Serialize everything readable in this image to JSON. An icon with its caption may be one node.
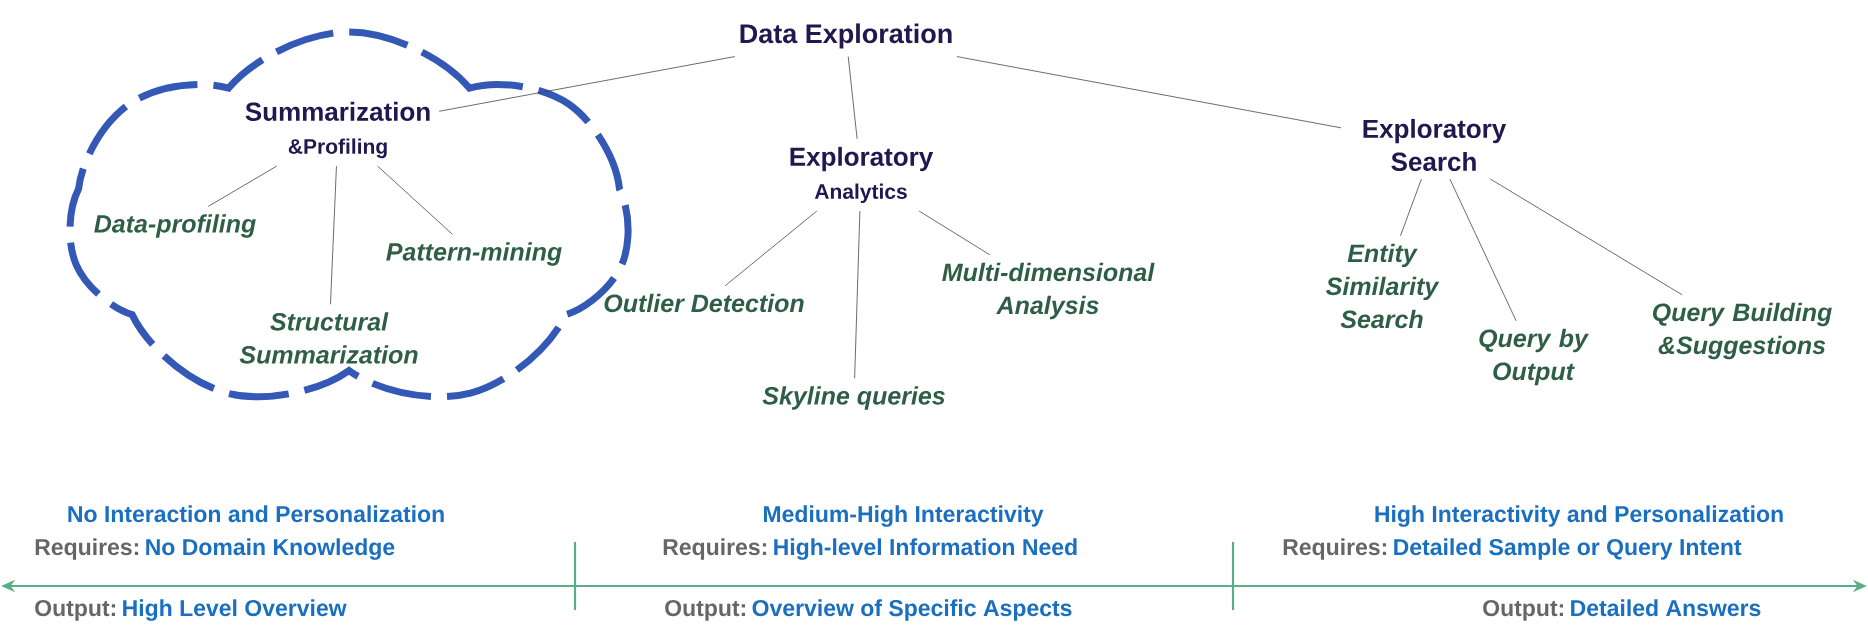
{
  "diagram": {
    "nodes": [
      {
        "text": [
          "Data Exploration"
        ]
      },
      {
        "text": [],
        "shape": "cloud"
      },
      {
        "text": [
          "Summarization",
          "&Profiling"
        ],
        "in": 1
      },
      {
        "text": [
          "Data-profiling"
        ],
        "in": 1
      },
      {
        "text": [
          "Pattern-mining"
        ],
        "in": 1
      },
      {
        "text": [
          "Structural Summarization"
        ],
        "in": 1
      },
      {
        "text": [
          "Exploratory",
          "Analytics"
        ]
      },
      {
        "text": [
          "Outlier Detection"
        ]
      },
      {
        "text": [
          "Multi-dimensional Analysis"
        ]
      },
      {
        "text": [
          "Skyline queries"
        ]
      },
      {
        "text": [
          "Exploratory Search"
        ]
      },
      {
        "text": [
          "Entity Similarity Search"
        ]
      },
      {
        "text": [
          "Query by Output"
        ]
      },
      {
        "text": [
          "Query Building &Suggestions"
        ]
      }
    ],
    "edges": [
      {
        "from": 0,
        "to": 2,
        "arrow": "none"
      },
      {
        "from": 0,
        "to": 6,
        "arrow": "none"
      },
      {
        "from": 0,
        "to": 10,
        "arrow": "none"
      },
      {
        "from": 2,
        "to": 3,
        "arrow": "none"
      },
      {
        "from": 2,
        "to": 5,
        "arrow": "none"
      },
      {
        "from": 2,
        "to": 4,
        "arrow": "none"
      },
      {
        "from": 6,
        "to": 7,
        "arrow": "none"
      },
      {
        "from": 6,
        "to": 9,
        "arrow": "none"
      },
      {
        "from": 6,
        "to": 8,
        "arrow": "none"
      },
      {
        "from": 10,
        "to": 11,
        "arrow": "none"
      },
      {
        "from": 10,
        "to": 12,
        "arrow": "none"
      },
      {
        "from": 10,
        "to": 13,
        "arrow": "none"
      }
    ],
    "labels": [
      "No Interaction and Personalization",
      "Medium-High Interactivity",
      "High Interactivity and Personalization",
      "Requires:",
      "No Domain Knowledge",
      "Requires:",
      "High-level Information Need",
      "Requires:",
      "Detailed Sample or Query Intent",
      "Output:",
      "High Level Overview",
      "Output:",
      "Overview of Specific Aspects",
      "Output:",
      "Detailed Answers"
    ]
  }
}
